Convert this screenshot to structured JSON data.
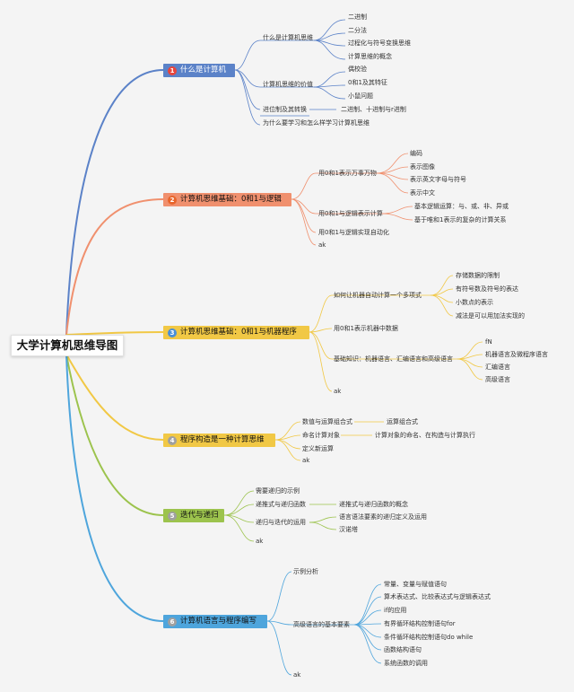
{
  "root": "大学计算机思维导图",
  "colors": {
    "b1": "#5b82c8",
    "b2": "#f0906e",
    "b3": "#f1c845",
    "b4": "#f1c845",
    "b5": "#9cc34d",
    "b6": "#4ea5dc"
  },
  "b1": {
    "num": "1",
    "title": "什么是计算机",
    "c1": "什么是计算机思维",
    "c1a": "二进制",
    "c1b": "二分法",
    "c1c": "过程化与符号变换思维",
    "c1d": "计算思维的概念",
    "c2": "计算机思维的价值",
    "c2a": "偶校验",
    "c2b": "0和1及其特征",
    "c2c": "小鼠问题",
    "c3": "进位制及其转换",
    "c3a": "二进制、十进制与r进制",
    "c4": "为什么要学习和怎么样学习计算机思维"
  },
  "b2": {
    "num": "2",
    "title": "计算机思维基础：0和1与逻辑",
    "c1": "用0和1表示万事万物",
    "c1a": "编码",
    "c1b": "表示图像",
    "c1c": "表示英文字母与符号",
    "c1d": "表示中文",
    "c2": "用0和1与逻辑表示计算",
    "c2a": "基本逻辑运算：与、或、非、异或",
    "c2b": "基于唯和1表示的复杂的计算关系",
    "c3": "用0和1与逻辑实现自动化",
    "c4": "ak"
  },
  "b3": {
    "num": "3",
    "title": "计算机思维基础：0和1与机器程序",
    "c1": "如何让机器自动计算一个多项式",
    "c1a": "存储数据的限制",
    "c1b": "有符号数及符号的表达",
    "c1c": "小数点的表示",
    "c1d": "减法是可以用加法实现的",
    "c2": "用0和1表示机器中数据",
    "c3": "基础知识：机器语言、汇编语言和高级语言",
    "c3a": "fN",
    "c3b": "机器语言及微程序语言",
    "c3c": "汇编语言",
    "c3d": "高级语言",
    "c4": "ak"
  },
  "b4": {
    "num": "4",
    "title": "程序构造是一种计算思维",
    "c1": "数值与运算组合式",
    "c1a": "运算组合式",
    "c2": "命名计算对象",
    "c2a": "计算对象的命名、在构造与计算执行",
    "c3": "定义新运算",
    "c4": "ak"
  },
  "b5": {
    "num": "5",
    "title": "迭代与递归",
    "c1": "需要递归的示例",
    "c2": "递推式与递归函数",
    "c2a": "递推式与递归函数的概念",
    "c3": "递归与迭代的运用",
    "c3a": "语言语法要素的递归定义及运用",
    "c3b": "汉诺塔",
    "c4": "ak"
  },
  "b6": {
    "num": "6",
    "title": "计算机语言与程序编写",
    "c1": "示例分析",
    "c2": "高级语言的基本要素",
    "c2a": "常量、变量与赋值语句",
    "c2b": "算术表达式、比较表达式与逻辑表达式",
    "c2c": "if的应用",
    "c2d": "有界循环结构控制语句for",
    "c2e": "条件循环结构控制语句do while",
    "c2f": "函数结构语句",
    "c2g": "系统函数的调用",
    "c3": "ak"
  }
}
